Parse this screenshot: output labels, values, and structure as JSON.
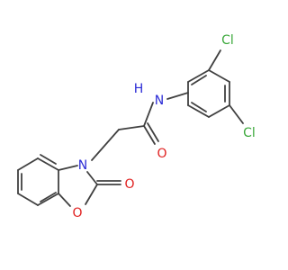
{
  "molecule": {
    "atoms": {
      "cl_top": {
        "label": "Cl",
        "color": "#3aa83a"
      },
      "cl_right": {
        "label": "Cl",
        "color": "#3aa83a"
      },
      "nh": {
        "label": "N",
        "h": "H",
        "color": "#2b2bd6"
      },
      "amide_o": {
        "label": "O",
        "color": "#e0201f"
      },
      "ring_n": {
        "label": "N",
        "color": "#2b2bd6"
      },
      "carbonyl_o": {
        "label": "O",
        "color": "#e0201f"
      },
      "ring_o": {
        "label": "O",
        "color": "#e0201f"
      }
    },
    "bond_color": "#404040"
  }
}
